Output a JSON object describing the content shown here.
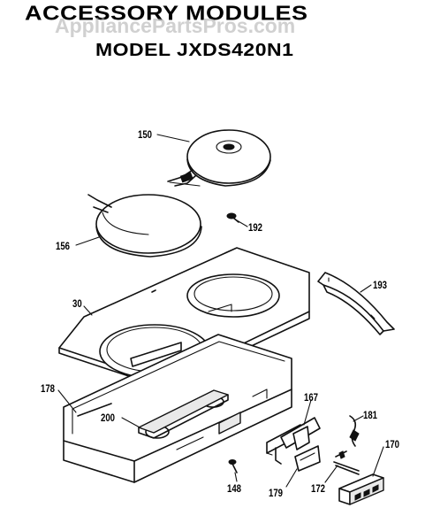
{
  "header": {
    "title": "ACCESSORY MODULES",
    "model": "MODEL JXDS420N1",
    "watermark": "AppliancePartsPros.com"
  },
  "callouts": [
    {
      "id": "150",
      "label": "150"
    },
    {
      "id": "156",
      "label": "156"
    },
    {
      "id": "192",
      "label": "192"
    },
    {
      "id": "30",
      "label": "30"
    },
    {
      "id": "193",
      "label": "193"
    },
    {
      "id": "178",
      "label": "178"
    },
    {
      "id": "200",
      "label": "200"
    },
    {
      "id": "167",
      "label": "167"
    },
    {
      "id": "181",
      "label": "181"
    },
    {
      "id": "170",
      "label": "170"
    },
    {
      "id": "148",
      "label": "148"
    },
    {
      "id": "179",
      "label": "179"
    },
    {
      "id": "172",
      "label": "172"
    }
  ]
}
